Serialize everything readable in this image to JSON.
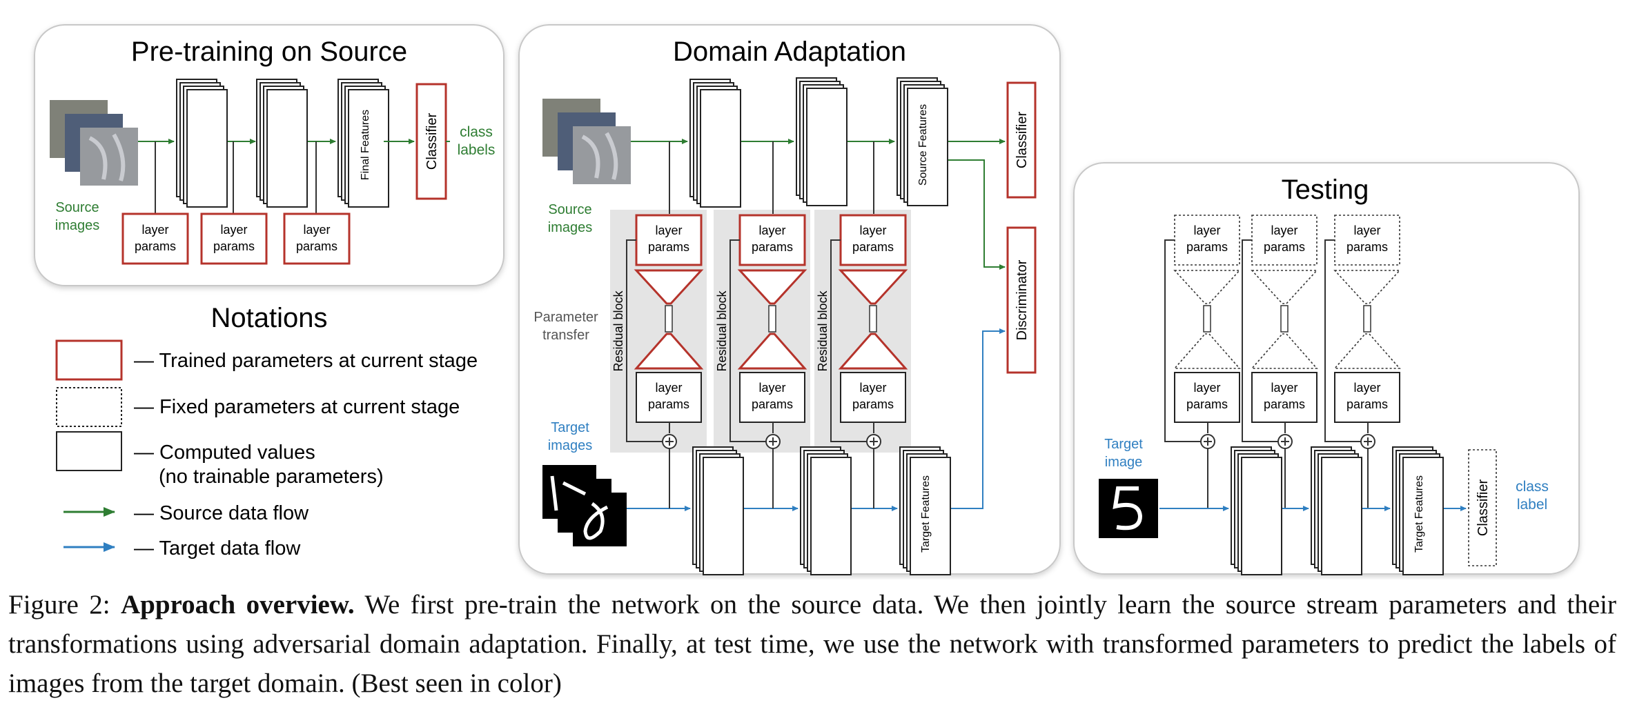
{
  "panels": {
    "pretraining": {
      "title": "Pre-training on Source",
      "source_images": [
        "Source",
        "images"
      ],
      "layer_params": [
        "layer",
        "params"
      ],
      "final_features": "Final Features",
      "classifier": "Classifier",
      "class_labels": [
        "class",
        "labels"
      ]
    },
    "adaptation": {
      "title": "Domain Adaptation",
      "source_images": [
        "Source",
        "images"
      ],
      "target_images": [
        "Target",
        "images"
      ],
      "parameter_transfer": [
        "Parameter",
        "transfer"
      ],
      "residual_block": "Residual block",
      "layer_params": [
        "layer",
        "params"
      ],
      "source_features": "Source Features",
      "target_features": "Target Features",
      "classifier": "Classifier",
      "discriminator": "Discriminator"
    },
    "testing": {
      "title": "Testing",
      "target_image": [
        "Target",
        "image"
      ],
      "layer_params": [
        "layer",
        "params"
      ],
      "target_features": "Target Features",
      "classifier": "Classifier",
      "class_label": [
        "class",
        "label"
      ]
    },
    "notations": {
      "title": "Notations",
      "trained": "— Trained parameters at current stage",
      "fixed": "— Fixed parameters at current stage",
      "computed_1": "— Computed values",
      "computed_2": "(no trainable parameters)",
      "source_flow": "— Source data flow",
      "target_flow": "— Target data flow"
    }
  },
  "caption": {
    "prefix": "Figure 2: ",
    "bold": "Approach overview.",
    "text": " We first pre-train the network on the source data. We then jointly learn the source stream parameters and their transformations using adversarial domain adaptation. Finally, at test time, we use the network with transformed parameters to predict the labels of images from the target domain. (Best seen in color)"
  },
  "colors": {
    "red": "#b5332b",
    "green": "#2e7d32",
    "blue": "#2f7fc1",
    "gray_block": "#e4e4e4",
    "panel_border": "#cccccc"
  }
}
